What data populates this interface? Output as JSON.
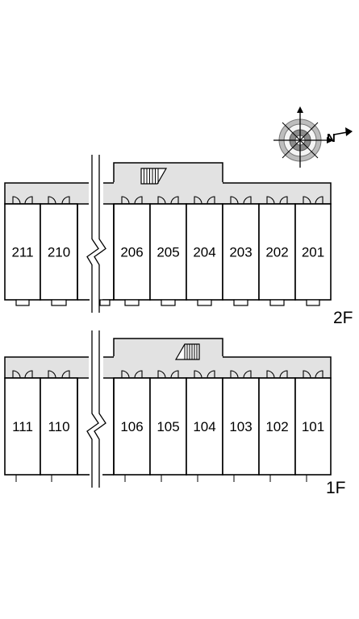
{
  "compass": {
    "label": "N",
    "icon": "compass-icon"
  },
  "floors": [
    {
      "key": "2f",
      "label": "2F",
      "units": [
        "211",
        "210",
        "206",
        "205",
        "204",
        "203",
        "202",
        "201"
      ],
      "stair_icon": "stairs-icon"
    },
    {
      "key": "1f",
      "label": "1F",
      "units": [
        "111",
        "110",
        "106",
        "105",
        "104",
        "103",
        "102",
        "101"
      ],
      "stair_icon": "stairs-icon"
    }
  ],
  "colors": {
    "corridor": "#e2e2e2",
    "line": "#000000",
    "background": "#ffffff",
    "compass_ring": "#8c8c8c"
  }
}
